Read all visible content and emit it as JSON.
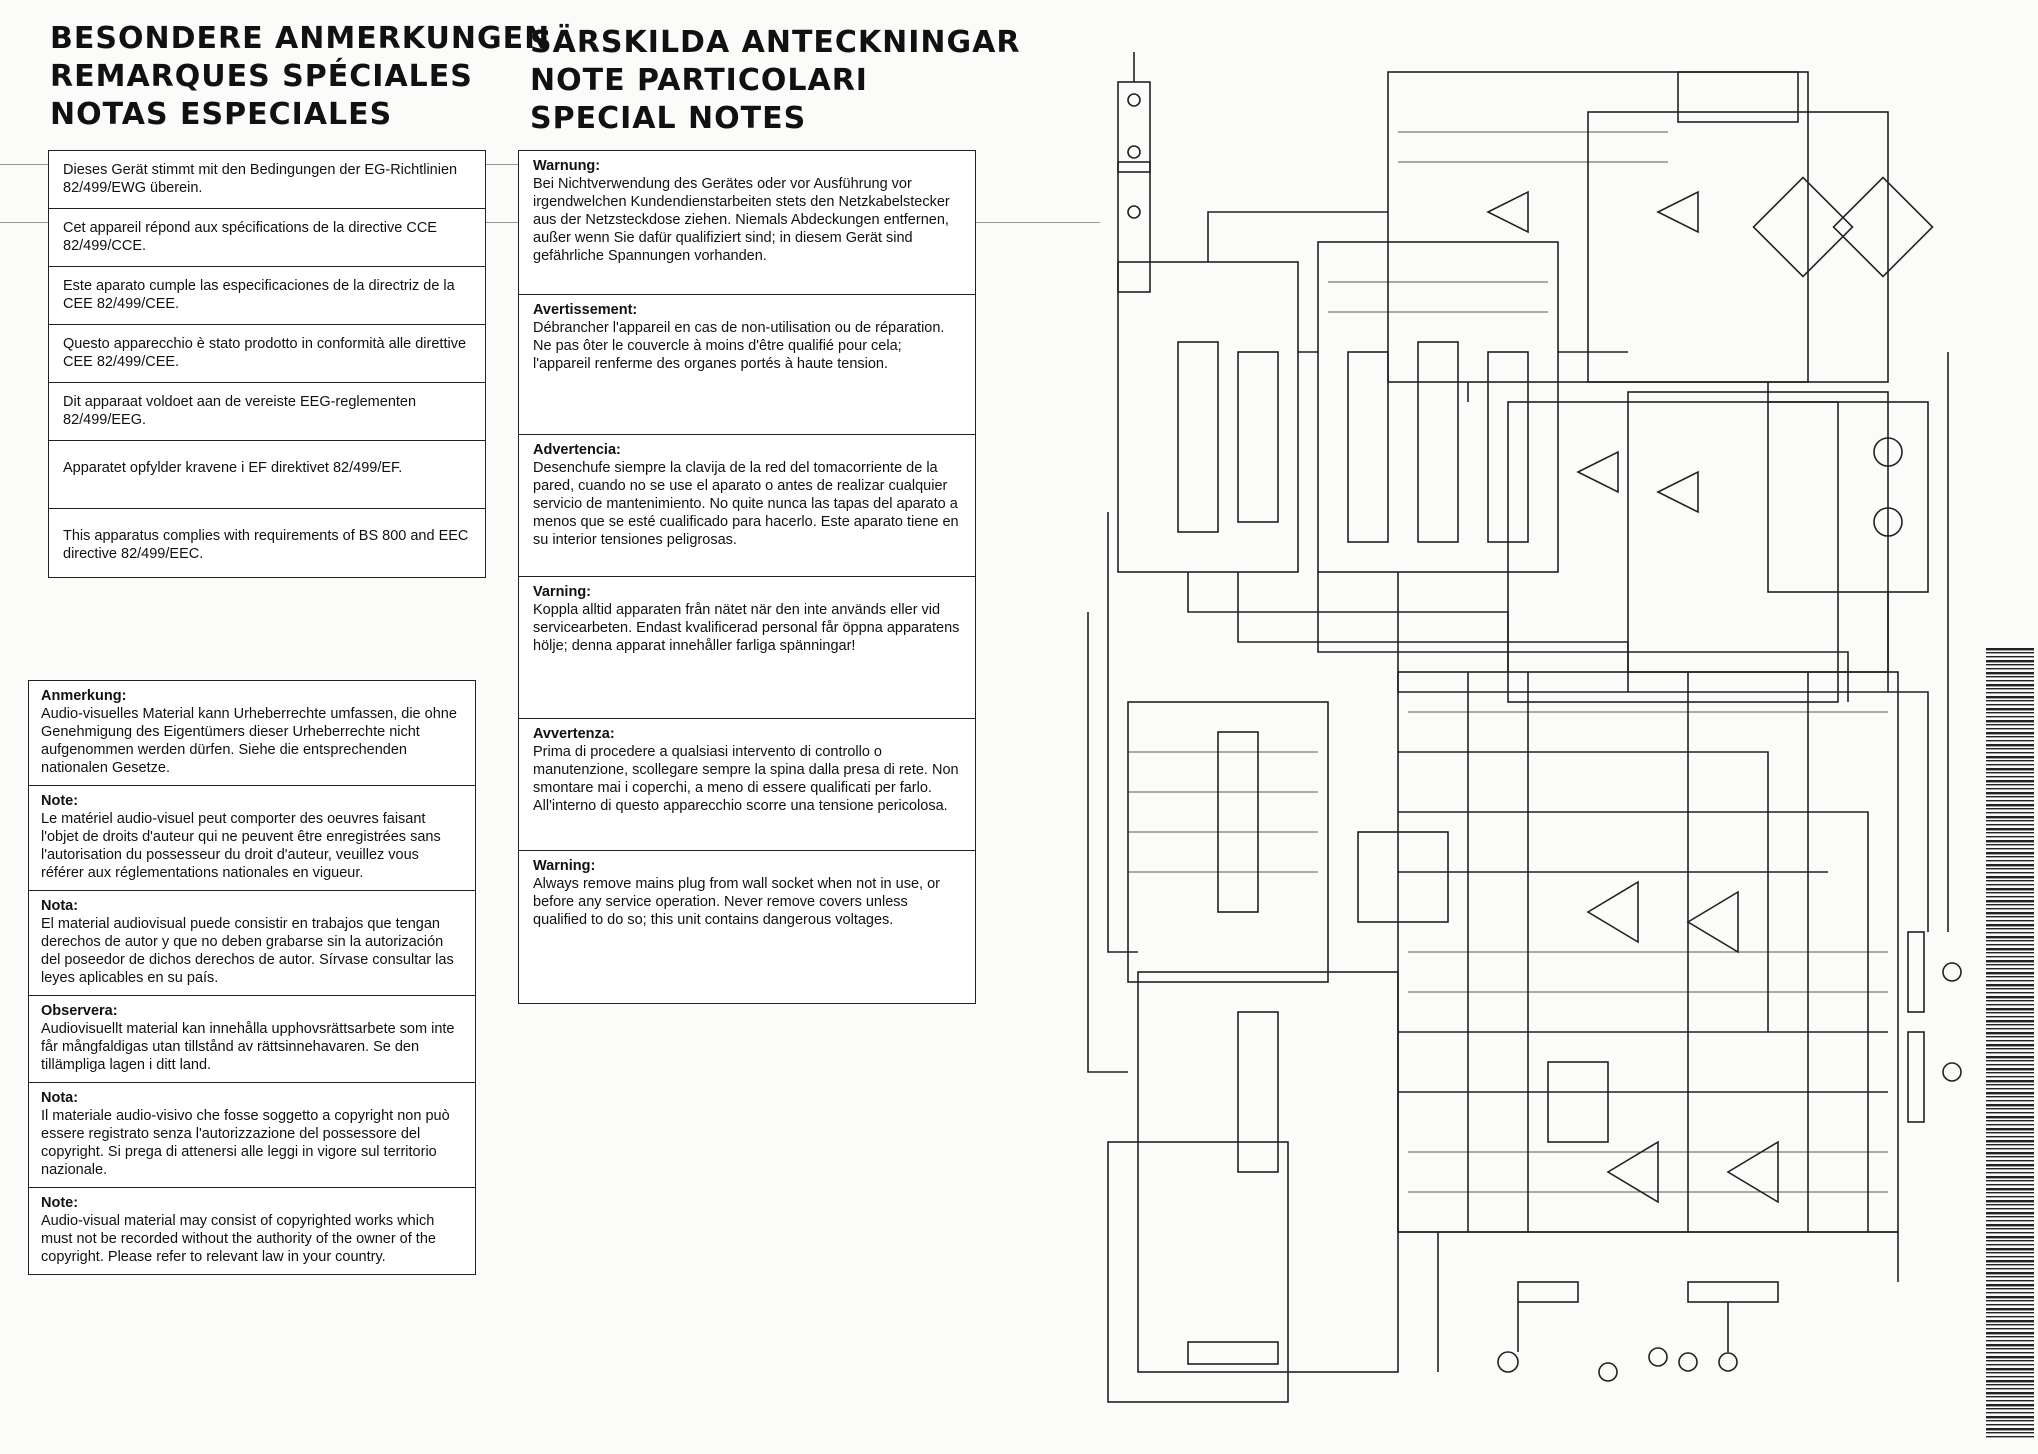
{
  "titles_left": [
    "BESONDERE ANMERKUNGEN",
    "REMARQUES SPÉCIALES",
    "NOTAS ESPECIALES"
  ],
  "titles_right": [
    "SÄRSKILDA ANTECKNINGAR",
    "NOTE PARTICOLARI",
    "SPECIAL NOTES"
  ],
  "compliance": [
    "Dieses Gerät stimmt mit den Bedingungen der EG-Richtlinien 82/499/EWG überein.",
    "Cet appareil répond aux spécifications de la directive CCE 82/499/CCE.",
    "Este aparato cumple las especificaciones de la directriz de la CEE 82/499/CEE.",
    "Questo apparecchio è stato prodotto in conformità alle direttive CEE 82/499/CEE.",
    "Dit apparaat voldoet aan de vereiste EEG-reglementen 82/499/EEG.",
    "Apparatet opfylder kravene i EF direktivet 82/499/EF.",
    "This apparatus complies with requirements of BS 800 and EEC directive 82/499/EEC."
  ],
  "copyright_notes": [
    {
      "label": "Anmerkung:",
      "text": "Audio-visuelles Material kann Urheberrechte umfassen, die ohne Genehmigung des Eigentümers dieser Urheberrechte nicht aufgenommen werden dürfen. Siehe die entsprechenden nationalen Gesetze."
    },
    {
      "label": "Note:",
      "text": "Le matériel audio-visuel peut comporter des oeuvres faisant l'objet de droits d'auteur qui ne peuvent être enregistrées sans l'autorisation du possesseur du droit d'auteur, veuillez vous référer aux réglementations nationales en vigueur."
    },
    {
      "label": "Nota:",
      "text": "El material audiovisual puede consistir en trabajos que tengan derechos de autor y que no deben grabarse sin la autorización del poseedor de dichos derechos de autor. Sírvase consultar las leyes aplicables en su país."
    },
    {
      "label": "Observera:",
      "text": "Audiovisuellt material kan innehålla upphovsrättsarbete som inte får mångfaldigas utan tillstånd av rättsinnehavaren. Se den tillämpliga lagen i ditt land."
    },
    {
      "label": "Nota:",
      "text": "Il materiale audio-visivo che fosse soggetto a copyright non può essere registrato senza l'autorizzazione del possessore del copyright. Si prega di attenersi alle leggi in vigore sul territorio nazionale."
    },
    {
      "label": "Note:",
      "text": "Audio-visual material may consist of copyrighted works which must not be recorded without the authority of the owner of the copyright. Please refer to relevant law in your country."
    }
  ],
  "warnings": [
    {
      "label": "Warnung:",
      "text": "Bei Nichtverwendung des Gerätes oder vor Ausführung vor irgendwelchen Kundendienstarbeiten stets den Netzkabelstecker aus der Netzsteckdose ziehen. Niemals Abdeckungen entfernen, außer wenn Sie dafür qualifiziert sind; in diesem Gerät sind gefährliche Spannungen vorhanden."
    },
    {
      "label": "Avertissement:",
      "text": "Débrancher l'appareil en cas de non-utilisation ou de réparation. Ne pas ôter le couvercle à moins d'être qualifié pour cela; l'appareil renferme des organes portés à haute tension."
    },
    {
      "label": "Advertencia:",
      "text": "Desenchufe siempre la clavija de la red del tomacorriente de la pared, cuando no se use el aparato o antes de realizar cualquier servicio de mantenimiento. No quite nunca las tapas del aparato a menos que se esté cualificado para hacerlo. Este aparato tiene en su interior tensiones peligrosas."
    },
    {
      "label": "Varning:",
      "text": "Koppla alltid apparaten från nätet när den inte används eller vid servicearbeten. Endast kvalificerad personal får öppna apparatens hölje; denna apparat innehåller farliga spänningar!"
    },
    {
      "label": "Avvertenza:",
      "text": "Prima di procedere a qualsiasi intervento di controllo o manutenzione, scollegare sempre la spina dalla presa di rete. Non smontare mai i coperchi, a meno di essere qualificati per farlo. All'interno di questo apparecchio scorre una tensione pericolosa."
    },
    {
      "label": "Warning:",
      "text": "Always remove mains plug from wall socket when not in use, or before any service operation. Never remove covers unless qualified to do so; this unit contains dangerous voltages."
    }
  ]
}
